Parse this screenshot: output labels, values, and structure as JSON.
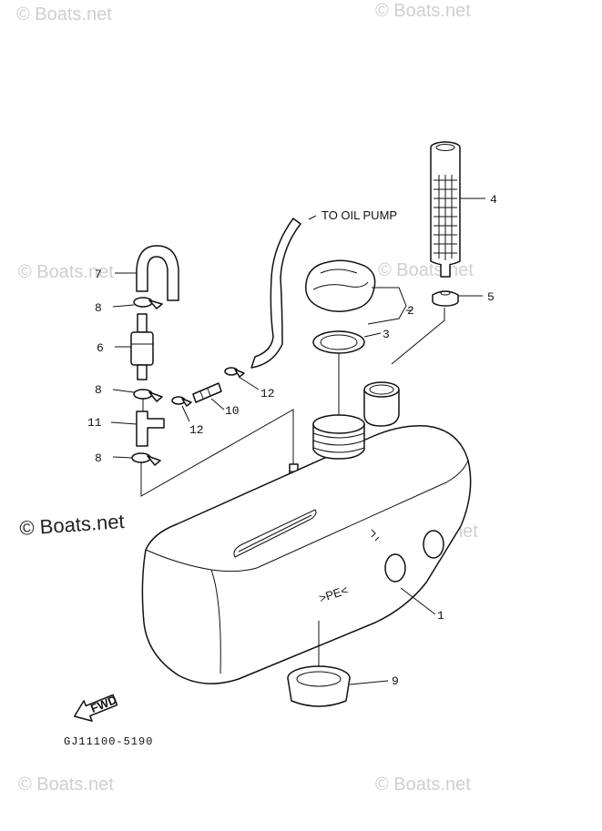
{
  "watermarks": {
    "top_left": "© Boats.net",
    "top_right": "© Boats.net",
    "mid_left_faint": "© Boats.net",
    "mid_right_faint": "© Boats.net",
    "mid_left_main": "© Boats.net",
    "lower_right_faint": "© Boats.net",
    "bottom_left": "© Boats.net",
    "bottom_right": "© Boats.net"
  },
  "annotations": {
    "to_oil_pump": "TO OIL PUMP",
    "tank_marking": ">PE<",
    "fwd": "FWD"
  },
  "drawing_code": "GJ11100-5190",
  "callouts": {
    "c1": "1",
    "c2": "2",
    "c3": "3",
    "c4": "4",
    "c5": "5",
    "c6": "6",
    "c7": "7",
    "c8a": "8",
    "c8b": "8",
    "c8c": "8",
    "c9": "9",
    "c10": "10",
    "c11": "11",
    "c12a": "12",
    "c12b": "12"
  }
}
